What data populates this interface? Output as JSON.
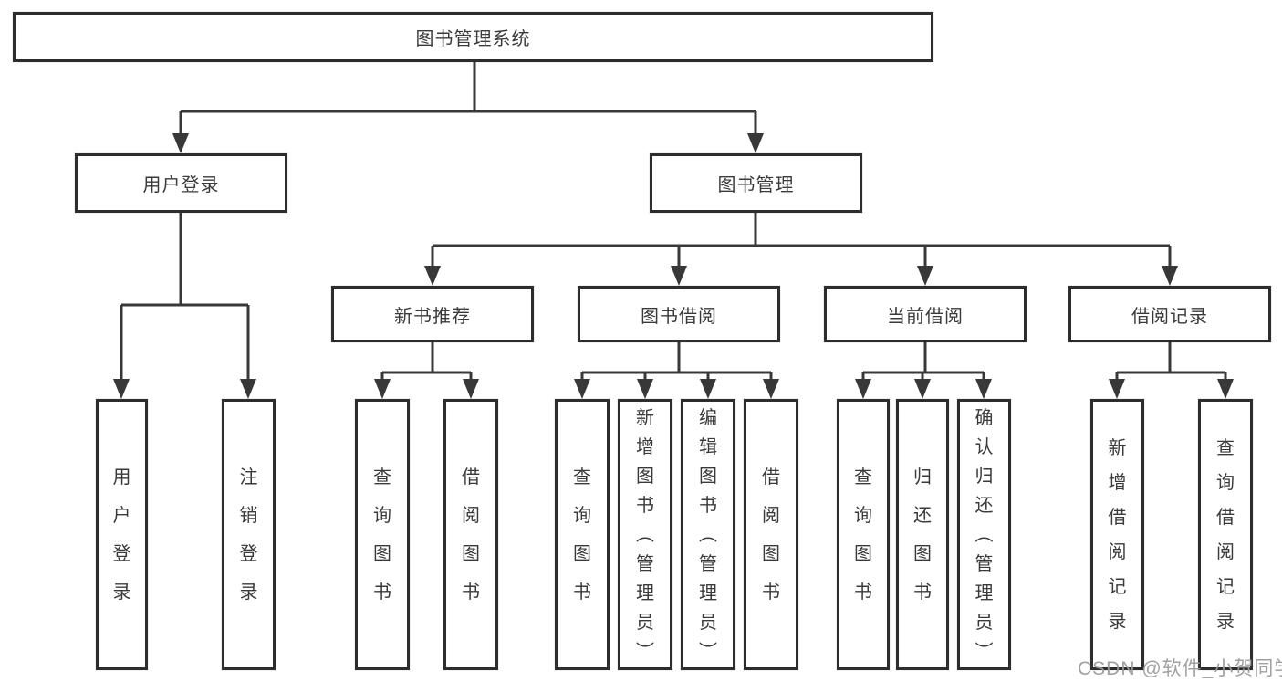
{
  "diagram": {
    "watermark": "CSDN @软件_小贺同学",
    "colors": {
      "line": "#383838",
      "box_border": "#2d2d2d",
      "box_fill": "#ffffff",
      "text": "#3a3a3a",
      "watermark": "#9b9b9b"
    },
    "nodes": {
      "root": {
        "label": "图书管理系统"
      },
      "level2": [
        {
          "label": "用户登录"
        },
        {
          "label": "图书管理"
        }
      ],
      "level3": [
        {
          "label": "新书推荐",
          "parent": "图书管理"
        },
        {
          "label": "图书借阅",
          "parent": "图书管理"
        },
        {
          "label": "当前借阅",
          "parent": "图书管理"
        },
        {
          "label": "借阅记录",
          "parent": "图书管理"
        }
      ],
      "level4": [
        {
          "label": "用户登录",
          "parent": "用户登录"
        },
        {
          "label": "注销登录",
          "parent": "用户登录"
        },
        {
          "label": "查询图书",
          "parent": "新书推荐"
        },
        {
          "label": "借阅图书",
          "parent": "新书推荐"
        },
        {
          "label": "查询图书",
          "parent": "图书借阅"
        },
        {
          "label": "新增图书（管理员）",
          "parent": "图书借阅"
        },
        {
          "label": "编辑图书（管理员）",
          "parent": "图书借阅"
        },
        {
          "label": "借阅图书",
          "parent": "图书借阅"
        },
        {
          "label": "查询图书",
          "parent": "当前借阅"
        },
        {
          "label": "归还图书",
          "parent": "当前借阅"
        },
        {
          "label": "确认归还（管理员）",
          "parent": "当前借阅"
        },
        {
          "label": "新增借阅记录",
          "parent": "借阅记录"
        },
        {
          "label": "查询借阅记录",
          "parent": "借阅记录"
        }
      ]
    }
  }
}
